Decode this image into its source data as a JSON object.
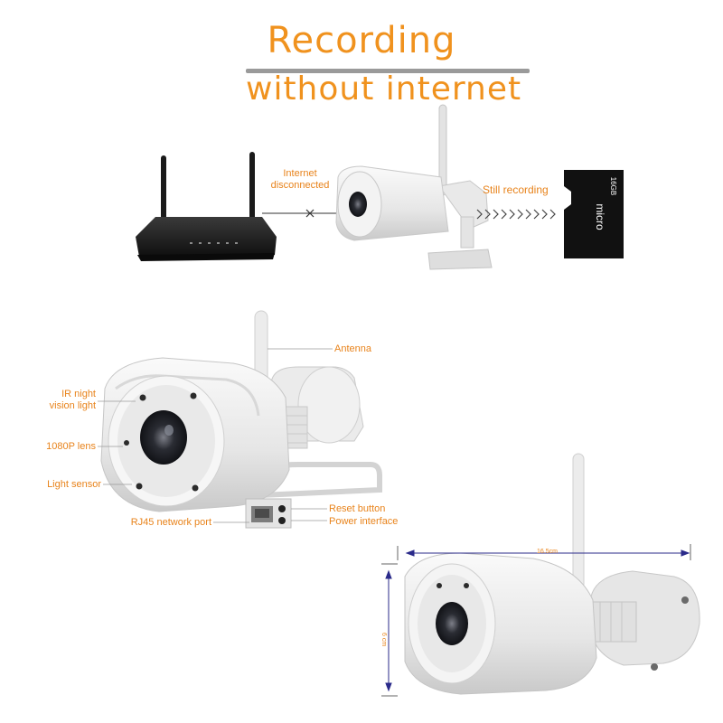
{
  "title": {
    "line1": "Recording",
    "line2": "without  internet"
  },
  "flow": {
    "internet_status": [
      "Internet",
      "disconnected"
    ],
    "recording_status": "Still recording",
    "sd_card": {
      "line1": "micro",
      "line2": "16GB"
    }
  },
  "callouts": {
    "antenna": "Antenna",
    "ir_night_vision": [
      "IR night",
      "vision light"
    ],
    "lens": "1080P lens",
    "light_sensor": "Light sensor",
    "reset_button": "Reset button",
    "rj45_port": "RJ45 network port",
    "power_interface": "Power interface"
  },
  "dimensions": {
    "width": "16.5cm",
    "height": "6 cm"
  },
  "colors": {
    "accent": "#f0921e",
    "rule": "#9a9a9a",
    "dimension_line": "#2a2a8a",
    "camera_body": "#eeeeee",
    "router": "#1c1c1c"
  },
  "icons": [
    "router-icon",
    "camera-icon",
    "sd-card-icon",
    "cross-icon"
  ]
}
